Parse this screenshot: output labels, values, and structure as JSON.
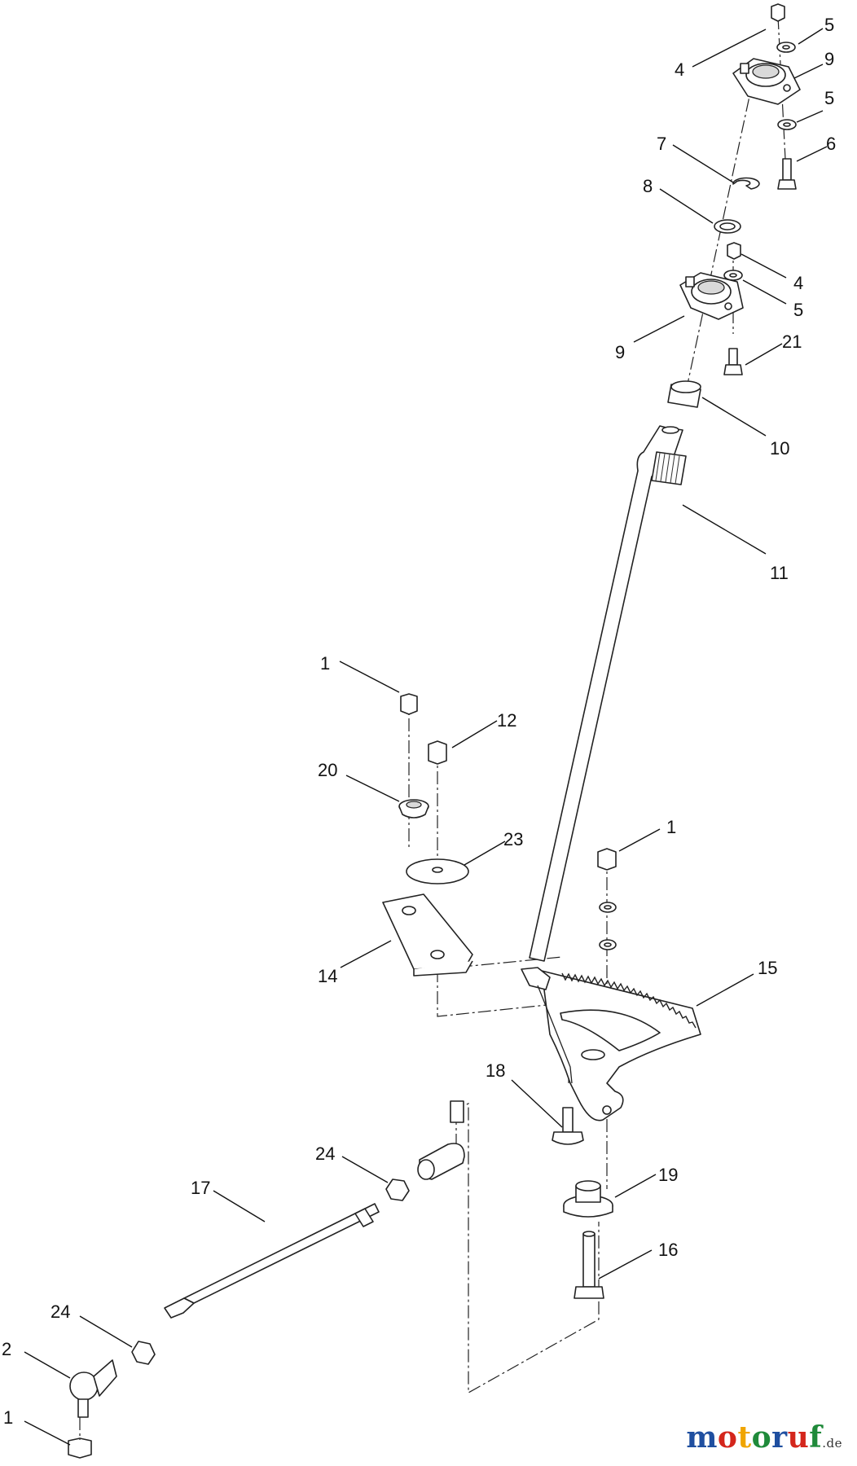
{
  "callouts": {
    "c1a": "1",
    "c1b": "1",
    "c1c": "1",
    "c2": "2",
    "c4a": "4",
    "c4b": "4",
    "c5a": "5",
    "c5b": "5",
    "c5c": "5",
    "c6": "6",
    "c7": "7",
    "c8": "8",
    "c9a": "9",
    "c9b": "9",
    "c10": "10",
    "c11": "11",
    "c12": "12",
    "c14": "14",
    "c15": "15",
    "c16": "16",
    "c17": "17",
    "c18": "18",
    "c19": "19",
    "c20": "20",
    "c21": "21",
    "c23": "23",
    "c24a": "24",
    "c24b": "24"
  },
  "watermark": {
    "brand_letters": [
      "m",
      "o",
      "t",
      "o",
      "r",
      "u",
      "f"
    ],
    "brand_colors": [
      "#1f4fa0",
      "#d4261c",
      "#f0a500",
      "#1f8a3a",
      "#1f4fa0",
      "#d4261c",
      "#1f8a3a"
    ],
    "suffix": ".de"
  }
}
